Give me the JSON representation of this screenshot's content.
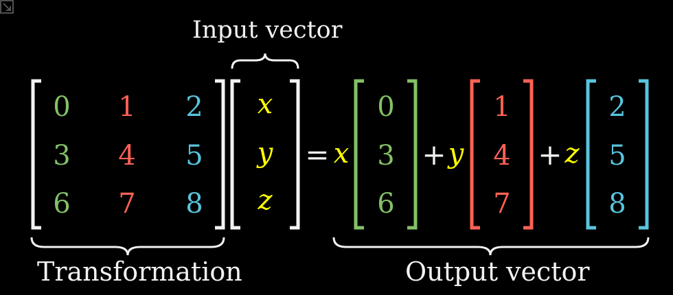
{
  "labels": {
    "input_vector": "Input vector",
    "transformation": "Transformation",
    "output_vector": "Output vector"
  },
  "colors": {
    "green": "#83c167",
    "red": "#fc6255",
    "blue": "#58c4dd",
    "yellow": "#ffff00",
    "white": "#f2f2f2"
  },
  "matrix": {
    "rows": [
      [
        "0",
        "1",
        "2"
      ],
      [
        "3",
        "4",
        "5"
      ],
      [
        "6",
        "7",
        "8"
      ]
    ]
  },
  "input": [
    "x",
    "y",
    "z"
  ],
  "equation": {
    "equals": "=",
    "plus": "+",
    "terms": [
      {
        "coef": "x",
        "column": [
          "0",
          "3",
          "6"
        ],
        "color": "green"
      },
      {
        "coef": "y",
        "column": [
          "1",
          "4",
          "7"
        ],
        "color": "red"
      },
      {
        "coef": "z",
        "column": [
          "2",
          "5",
          "8"
        ],
        "color": "blue"
      }
    ]
  },
  "icons": {
    "corner": "expand-icon"
  }
}
